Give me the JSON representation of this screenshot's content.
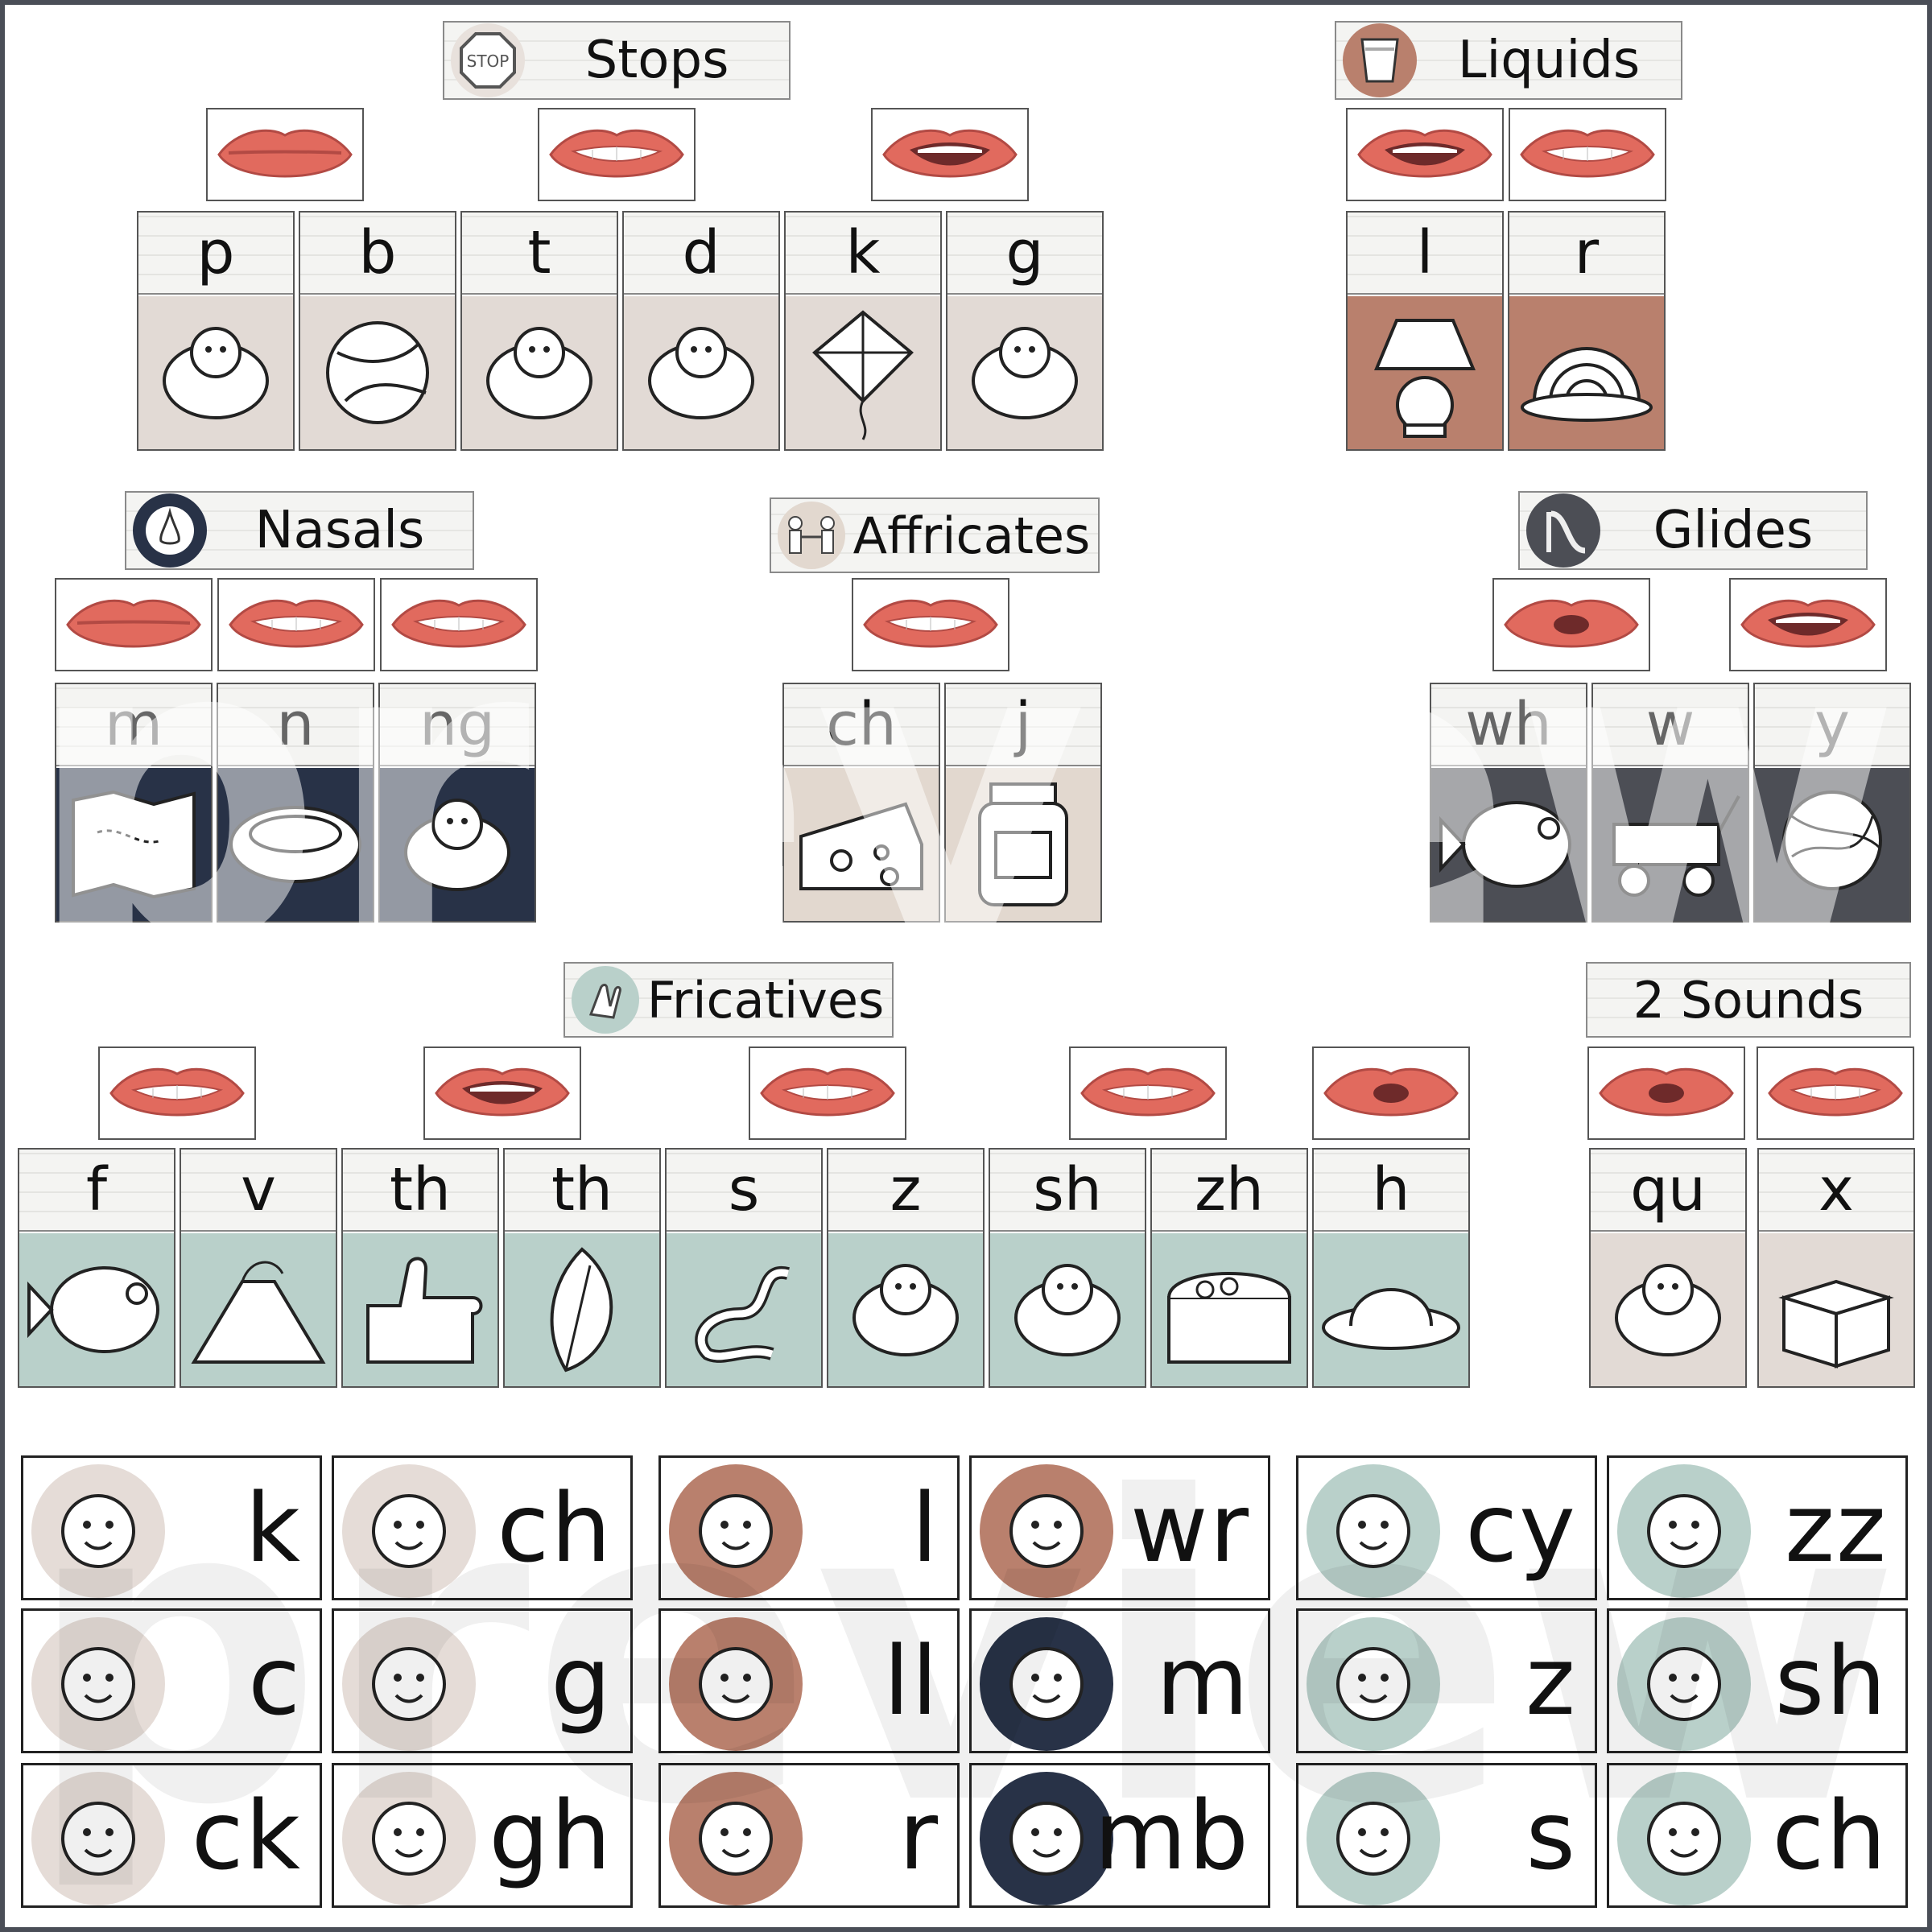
{
  "colors": {
    "stops": "#e2dad5",
    "liquids": "#b9806d",
    "nasals": "#283247",
    "affricates": "#e2d8cf",
    "glides": "#4c4e55",
    "fricatives": "#b9d0ca",
    "two": "#e2dad5",
    "lip": "#e16a5e",
    "lipDark": "#b24a44"
  },
  "groups": {
    "stops": {
      "title": "Stops",
      "letters": [
        "p",
        "b",
        "t",
        "d",
        "k",
        "g"
      ],
      "icon": "stop-sign-icon"
    },
    "liquids": {
      "title": "Liquids",
      "letters": [
        "l",
        "r"
      ],
      "icon": "glass-icon"
    },
    "nasals": {
      "title": "Nasals",
      "letters": [
        "m",
        "n",
        "ng"
      ],
      "icon": "nose-icon"
    },
    "affricates": {
      "title": "Affricates",
      "letters": [
        "ch",
        "j"
      ],
      "icon": "tug-of-war-icon"
    },
    "glides": {
      "title": "Glides",
      "letters": [
        "wh",
        "w",
        "y"
      ],
      "icon": "slide-icon"
    },
    "fricatives": {
      "title": "Fricatives",
      "letters": [
        "f",
        "v",
        "th",
        "th",
        "s",
        "z",
        "sh",
        "zh",
        "h"
      ],
      "icon": "clapping-hands-icon"
    },
    "two": {
      "title": "2 Sounds",
      "letters": [
        "qu",
        "x"
      ]
    }
  },
  "tiles": [
    {
      "t": "k",
      "c": "#e5dcd7",
      "icon": "first-aid-kit-icon"
    },
    {
      "t": "ch",
      "c": "#e5dcd7",
      "icon": "choir-icon"
    },
    {
      "t": "l",
      "c": "#b9806d",
      "icon": "leaf-icon"
    },
    {
      "t": "wr",
      "c": "#b9806d",
      "icon": "boy-writing-icon"
    },
    {
      "t": "cy",
      "c": "#b9d0ca",
      "icon": "recycle-icon"
    },
    {
      "t": "zz",
      "c": "#b9d0ca",
      "icon": "bee-icon"
    },
    {
      "t": "c",
      "c": "#e5dcd7",
      "icon": "car-icon"
    },
    {
      "t": "g",
      "c": "#e5dcd7",
      "icon": "board-game-icon"
    },
    {
      "t": "ll",
      "c": "#b9806d",
      "icon": "llama-icon"
    },
    {
      "t": "m",
      "c": "#283247",
      "icon": "monkey-icon"
    },
    {
      "t": "z",
      "c": "#b9d0ca",
      "icon": "zipper-icon"
    },
    {
      "t": "sh",
      "c": "#b9d0ca",
      "icon": "shell-icon"
    },
    {
      "t": "ck",
      "c": "#e5dcd7",
      "icon": "duck-icon"
    },
    {
      "t": "gh",
      "c": "#e5dcd7",
      "icon": "ghost-icon"
    },
    {
      "t": "r",
      "c": "#b9806d",
      "icon": "robot-icon"
    },
    {
      "t": "mb",
      "c": "#283247",
      "icon": "lamb-icon"
    },
    {
      "t": "s",
      "c": "#b9d0ca",
      "icon": "fries-icon"
    },
    {
      "t": "ch",
      "c": "#b9d0ca",
      "icon": "chef-icon"
    }
  ]
}
